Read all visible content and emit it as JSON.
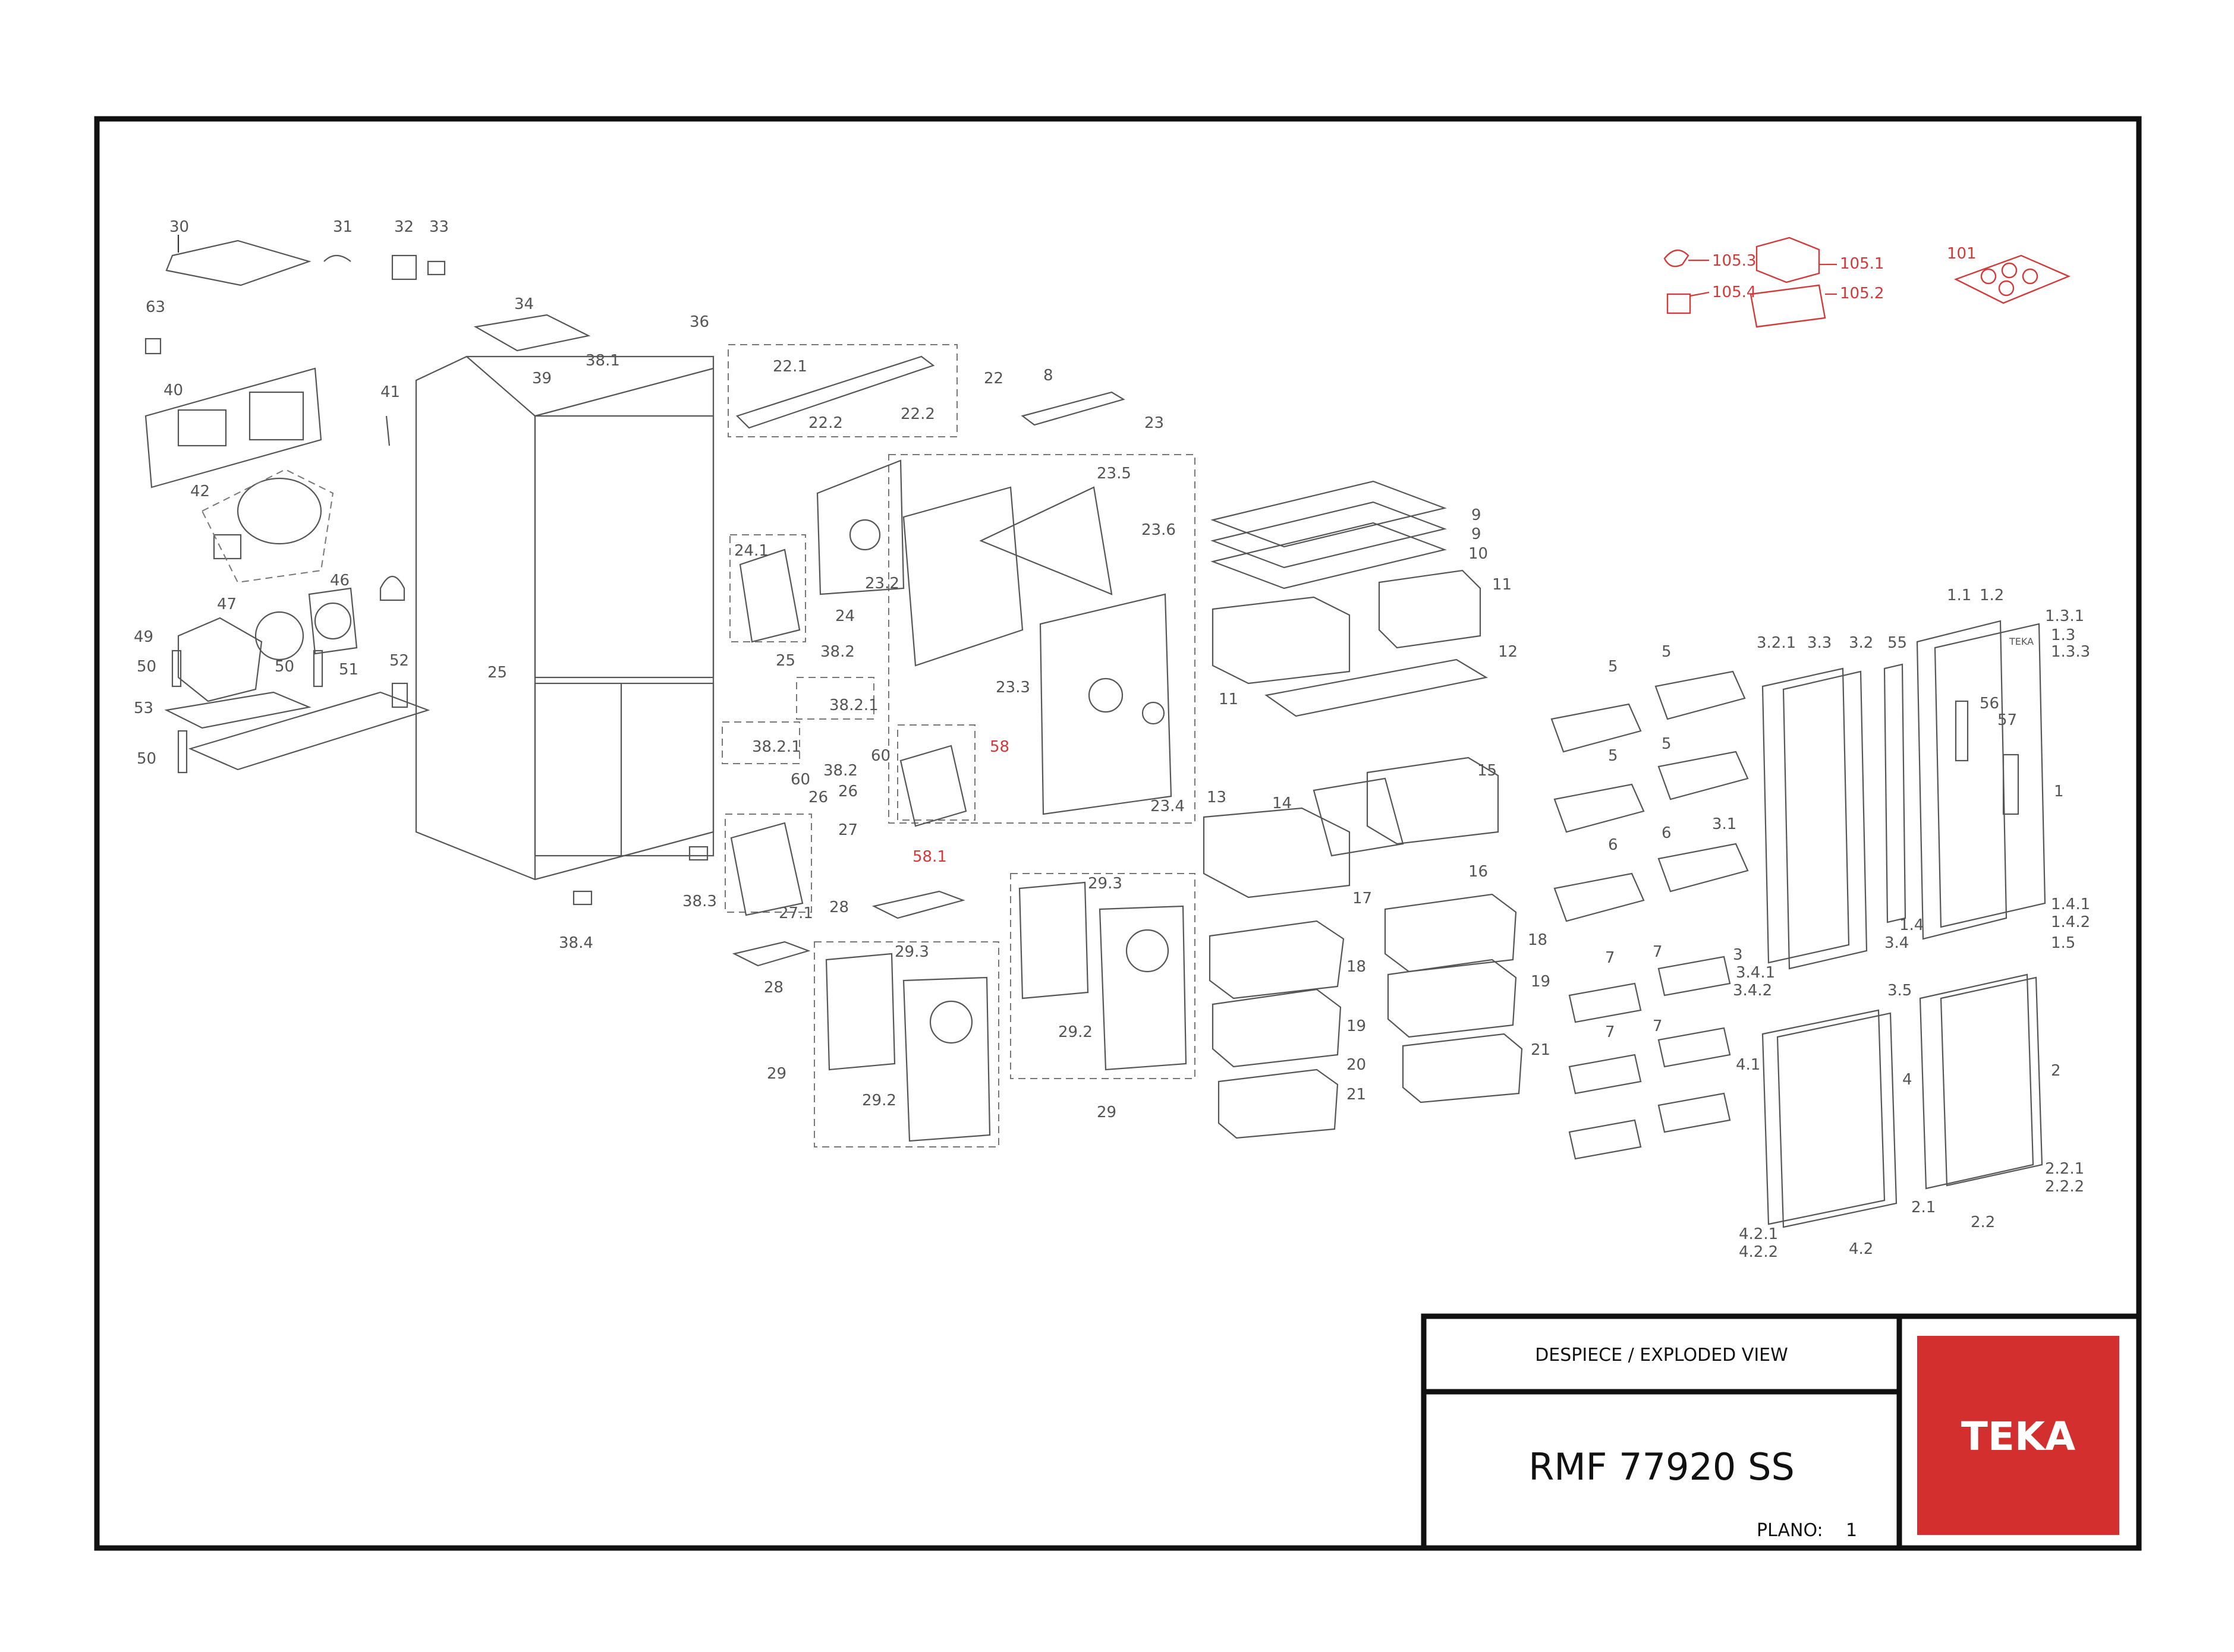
{
  "title_block": {
    "title": "DESPIECE / EXPLODED VIEW",
    "model": "RMF 77920 SS",
    "sheet_label": "PLANO:",
    "sheet_number": "1"
  },
  "brand": {
    "name": "TEKA",
    "color": "#d32f2f"
  },
  "colors": {
    "line": "#555555",
    "accessory_highlight": "#d23a3a",
    "frame": "#111111"
  },
  "labels": {
    "p30": "30",
    "p31": "31",
    "p32": "32",
    "p33": "33",
    "p63": "63",
    "p40": "40",
    "p41": "41",
    "p42": "42",
    "p34": "34",
    "p36": "36",
    "p38_1": "38.1",
    "p39": "39",
    "p46": "46",
    "p47": "47",
    "p49": "49",
    "p50a": "50",
    "p50b": "50",
    "p50c": "50",
    "p51": "51",
    "p52": "52",
    "p53": "53",
    "p25a": "25",
    "p25b": "25",
    "p38_3": "38.3",
    "p38_4": "38.4",
    "p22": "22",
    "p22_1": "22.1",
    "p22_2a": "22.2",
    "p22_2b": "22.2",
    "p8": "8",
    "p23": "23",
    "p23_5": "23.5",
    "p23_6": "23.6",
    "p23_2": "23.2",
    "p23_3": "23.3",
    "p23_4": "23.4",
    "p24_1": "24.1",
    "p24": "24",
    "p38_2a": "38.2",
    "p38_2_1a": "38.2.1",
    "p38_2_1b": "38.2.1",
    "p38_2b": "38.2",
    "p60a": "60",
    "p60b": "60",
    "p26a": "26",
    "p26b": "26",
    "p27": "27",
    "p27_1": "27.1",
    "p58": "58",
    "p58_1": "58.1",
    "p28a": "28",
    "p28b": "28",
    "p29_3a": "29.3",
    "p29_3b": "29.3",
    "p29_2a": "29.2",
    "p29_2b": "29.2",
    "p29a": "29",
    "p29b": "29",
    "p9a": "9",
    "p9b": "9",
    "p10": "10",
    "p11a": "11",
    "p11b": "11",
    "p12": "12",
    "p13": "13",
    "p14": "14",
    "p15": "15",
    "p16": "16",
    "p17": "17",
    "p18a": "18",
    "p18b": "18",
    "p19a": "19",
    "p19b": "19",
    "p20": "20",
    "p21a": "21",
    "p21b": "21",
    "p5a": "5",
    "p5b": "5",
    "p5c": "5",
    "p5d": "5",
    "p6a": "6",
    "p6b": "6",
    "p7a": "7",
    "p7b": "7",
    "p7c": "7",
    "p7d": "7",
    "p3_2_1": "3.2.1",
    "p3_3": "3.3",
    "p3_2": "3.2",
    "p55": "55",
    "p3_1": "3.1",
    "p3": "3",
    "p3_4": "3.4",
    "p3_4_1": "3.4.1",
    "p3_4_2": "3.4.2",
    "p3_5": "3.5",
    "p1_1": "1.1",
    "p1_2": "1.2",
    "p1_3_1": "1.3.1",
    "p1_3": "1.3",
    "p1_3_3": "1.3.3",
    "p56": "56",
    "p57": "57",
    "p1": "1",
    "p1_4": "1.4",
    "p1_4_1": "1.4.1",
    "p1_4_2": "1.4.2",
    "p1_5": "1.5",
    "p4_1": "4.1",
    "p4": "4",
    "p4_2": "4.2",
    "p4_2_1": "4.2.1",
    "p4_2_2": "4.2.2",
    "p2": "2",
    "p2_1": "2.1",
    "p2_2": "2.2",
    "p2_2_1": "2.2.1",
    "p2_2_2": "2.2.2",
    "p105_3": "105.3",
    "p105_1": "105.1",
    "p105_4": "105.4",
    "p105_2": "105.2",
    "p101": "101",
    "door_brand": "TEKA"
  }
}
